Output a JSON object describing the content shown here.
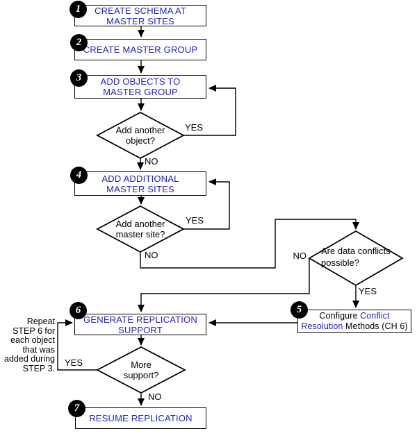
{
  "diagram": {
    "colors": {
      "link_blue": "#2222CC",
      "line_black": "#000000",
      "background": "#FFFFFF"
    },
    "boxes": [
      {
        "num": "1",
        "label": "CREATE SCHEMA AT\nMASTER SITES"
      },
      {
        "num": "2",
        "label": "CREATE MASTER GROUP"
      },
      {
        "num": "3",
        "label": "ADD OBJECTS TO\nMASTER GROUP"
      },
      {
        "num": "4",
        "label": "ADD ADDITIONAL\nMASTER SITES"
      },
      {
        "num": "5",
        "line1_black": "Configure ",
        "line1_blue": "Conflict",
        "line2_blue": "Resolution",
        "line2_black": " Methods (CH 6)"
      },
      {
        "num": "6",
        "label": "GENERATE REPLICATION\nSUPPORT"
      },
      {
        "num": "7",
        "label": "RESUME REPLICATION"
      }
    ],
    "decisions": [
      {
        "question": "Add another\nobject?",
        "yes": "YES",
        "no": "NO"
      },
      {
        "question": "Add another\nmaster site?",
        "yes": "YES",
        "no": "NO"
      },
      {
        "question": "Are data conflicts\npossible?",
        "yes": "YES",
        "no": "NO"
      },
      {
        "question": "More\nsupport?",
        "yes": "YES",
        "no": "NO"
      }
    ],
    "note": "Repeat\nSTEP 6 for\neach object\nthat was\nadded during\nSTEP 3."
  }
}
